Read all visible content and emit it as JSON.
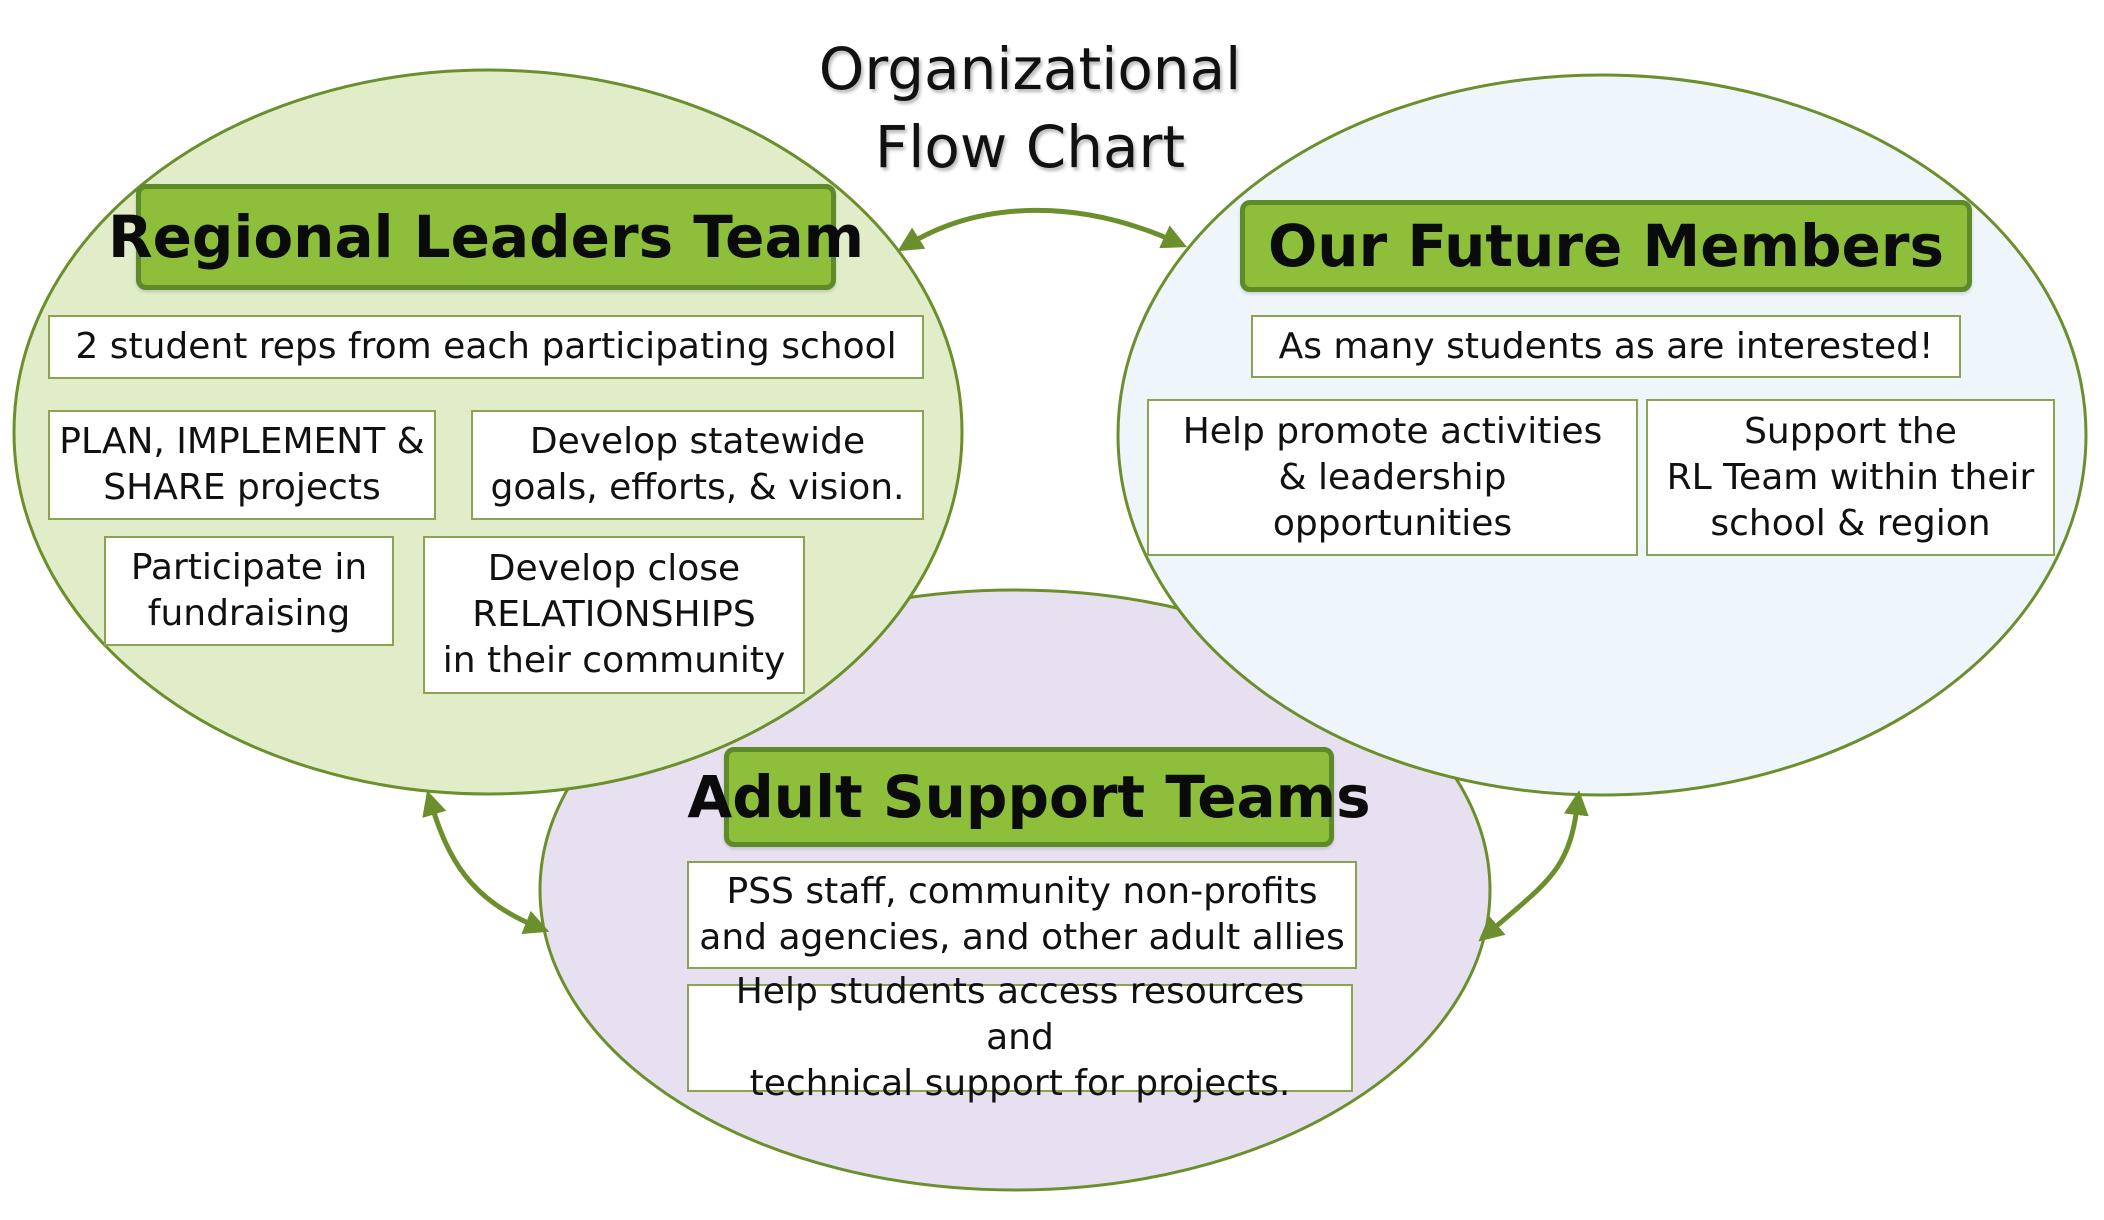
{
  "title": {
    "line1": "Organizational",
    "line2": "Flow Chart"
  },
  "colors": {
    "green_circle_fill": "#e1ecc9",
    "blue_circle_fill": "#eef5fb",
    "purple_circle_fill": "#e7e0f1",
    "circle_stroke": "#6b8f2c",
    "header_fill": "#8dbf3a",
    "header_border": "#5f8a2a",
    "arrow": "#6b8f2c"
  },
  "regional_leaders": {
    "header": "Regional Leaders Team",
    "reps": "2 student reps from each participating school",
    "plan": "PLAN, IMPLEMENT &\nSHARE projects",
    "statewide": "Develop statewide\ngoals, efforts, & vision.",
    "fundraising": "Participate in\nfundraising",
    "relationships": "Develop close\nRELATIONSHIPS\nin their community"
  },
  "future_members": {
    "header": "Our Future Members",
    "many": "As many students as are interested!",
    "promote": "Help promote activities\n& leadership\nopportunities",
    "support": "Support the\nRL Team within their\nschool & region"
  },
  "adult_support": {
    "header": "Adult Support Teams",
    "staff": "PSS staff, community non-profits\nand agencies, and other adult allies",
    "help": "Help students access resources and\ntechnical support for projects."
  }
}
